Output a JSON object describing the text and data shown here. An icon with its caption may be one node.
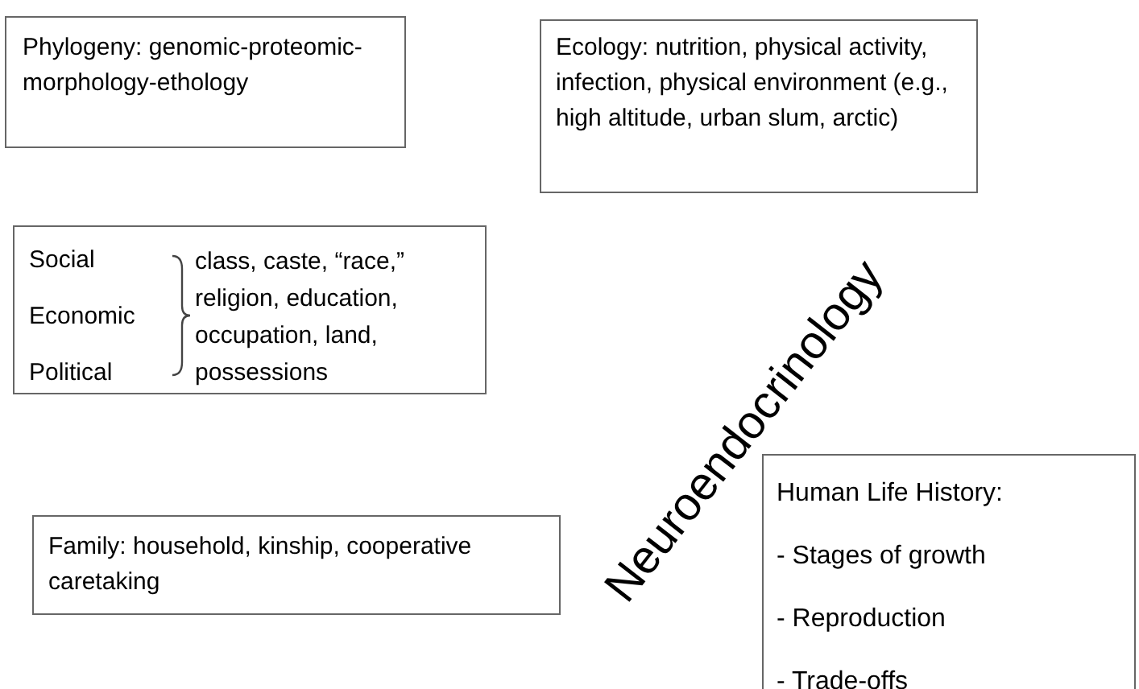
{
  "diagram": {
    "nodes": [
      {
        "text": [
          "Phylogeny: genomic-proteomic-morphology-ethology"
        ]
      },
      {
        "text": [
          "Ecology: nutrition, physical activity, infection, physical environment (e.g., high altitude, urban slum, arctic)"
        ]
      },
      {
        "text": [
          "Social",
          "Economic",
          "Political",
          "class, caste, “race,” religion, education, occupation, land, possessions"
        ]
      },
      {
        "text": [
          "Family: household, kinship, cooperative caretaking"
        ]
      },
      {
        "text": [
          "Human Life History:",
          "- Stages of growth",
          "- Reproduction",
          "- Trade-offs"
        ]
      }
    ],
    "labels": [
      "Neuroendocrinology"
    ]
  }
}
